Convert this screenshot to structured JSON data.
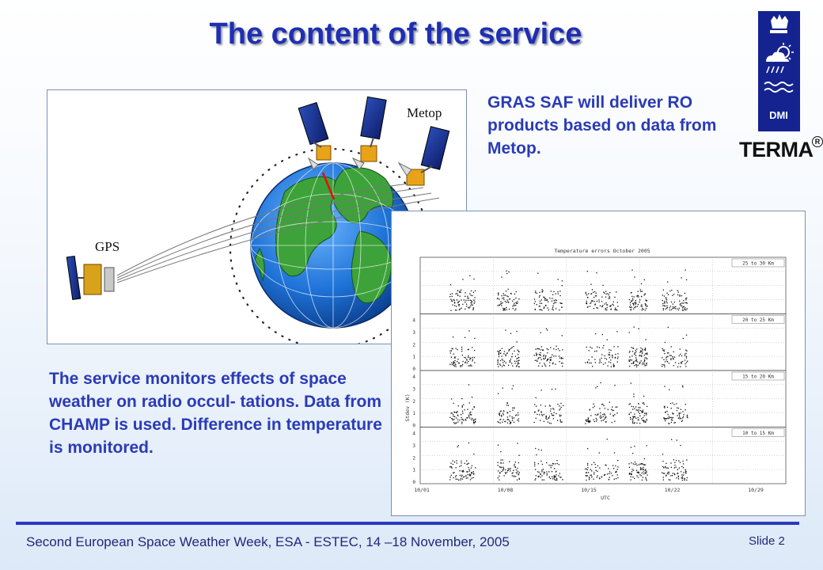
{
  "slide": {
    "title": "The content of the service",
    "gras_text": "GRAS SAF will deliver RO products based on data from Metop.",
    "service_text": "The service monitors effects of space weather on radio occul- tations. Data from CHAMP is used. Difference in temperature is monitored.",
    "footer_left": "Second European Space Weather Week, ESA - ESTEC, 14 –18 November, 2005",
    "footer_right": "Slide 2"
  },
  "diagram": {
    "metop_label": "Metop",
    "gps_label": "GPS"
  },
  "logos": {
    "dmi_text": "DMI",
    "terma_text": "TERMA",
    "terma_mark": "R"
  },
  "plot": {
    "title": "Temperature errors October 2005",
    "ylabel": "Stdev (K)",
    "xlabel": "UTC",
    "x_ticks": [
      "10/01",
      "10/08",
      "10/15",
      "10/22",
      "10/29"
    ],
    "panels": [
      {
        "range": "25 to 30 Km",
        "y_ticks": []
      },
      {
        "range": "20 to 25 Km",
        "y_ticks": [
          "4",
          "3",
          "2",
          "1",
          "0"
        ]
      },
      {
        "range": "15 to 20 Km",
        "y_ticks": [
          "4",
          "3",
          "2",
          "1",
          "0"
        ]
      },
      {
        "range": "10 to 15 Km",
        "y_ticks": [
          "4",
          "3",
          "2",
          "1",
          "0"
        ]
      }
    ]
  },
  "colors": {
    "title": "#1f2fb0",
    "body_text": "#2a3bb6",
    "footer_rule": "#2b38c2",
    "dmi_blue": "#14238f"
  }
}
